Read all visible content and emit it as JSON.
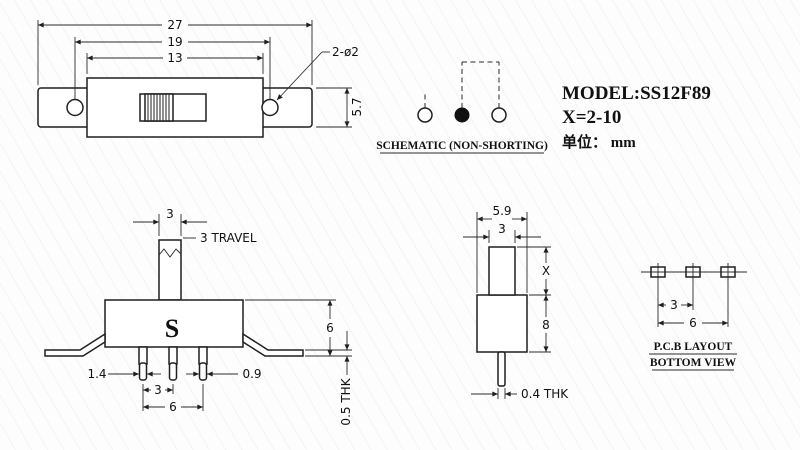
{
  "title_block": {
    "model": "MODEL:SS12F89",
    "x_range": "X=2-10",
    "unit": "单位： mm"
  },
  "schematic": {
    "caption": "SCHEMATIC (NON-SHORTING)"
  },
  "top_view": {
    "dim_overall": "27",
    "dim_holes": "19",
    "dim_body": "13",
    "dim_height": "5.7",
    "hole_callout": "2-ø2"
  },
  "front_view": {
    "dim_knob": "3",
    "travel": "3 TRAVEL",
    "marking": "S",
    "dim_height": "6",
    "dim_pin_a": "1.4",
    "dim_pin_b": "0.9",
    "dim_pitch": "3",
    "dim_span": "6",
    "thickness": "0.5 THK"
  },
  "side_view": {
    "dim_width": "5.9",
    "dim_knob": "3",
    "dim_x": "X",
    "dim_height": "8",
    "thickness": "0.4 THK"
  },
  "pcb_layout": {
    "dim_pitch": "3",
    "dim_span": "6",
    "caption1": "P.C.B LAYOUT",
    "caption2": "BOTTOM VIEW"
  }
}
